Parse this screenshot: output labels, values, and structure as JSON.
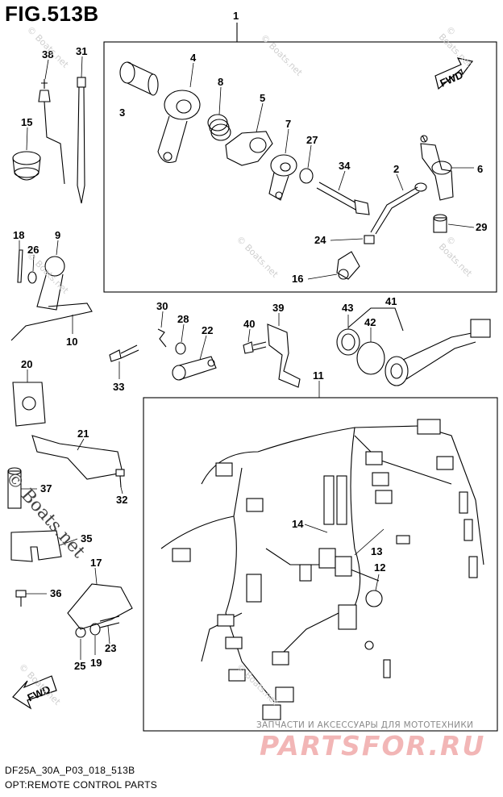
{
  "figure": {
    "title": "FIG.513B",
    "code": "DF25A_30A_P03_018_513B",
    "caption": "OPT:REMOTE CONTROL PARTS"
  },
  "fwd_labels": [
    "FWD",
    "FWD"
  ],
  "part_callouts": [
    "1",
    "2",
    "3",
    "4",
    "5",
    "6",
    "7",
    "8",
    "9",
    "10",
    "11",
    "12",
    "13",
    "14",
    "15",
    "16",
    "17",
    "18",
    "19",
    "20",
    "21",
    "22",
    "23",
    "24",
    "25",
    "26",
    "27",
    "28",
    "29",
    "30",
    "31",
    "32",
    "33",
    "34",
    "35",
    "36",
    "37",
    "38",
    "39",
    "40",
    "41",
    "42",
    "43"
  ],
  "watermarks": {
    "boats_net": "© Boats.net",
    "ru_tagline": "ЗАПЧАСТИ И АКСЕССУАРЫ ДЛЯ МОТОТЕХНИКИ",
    "ru_logo": "PARTSFOR.RU"
  },
  "colors": {
    "line": "#000000",
    "background": "#ffffff",
    "watermark_red": "#f2b6b6"
  }
}
